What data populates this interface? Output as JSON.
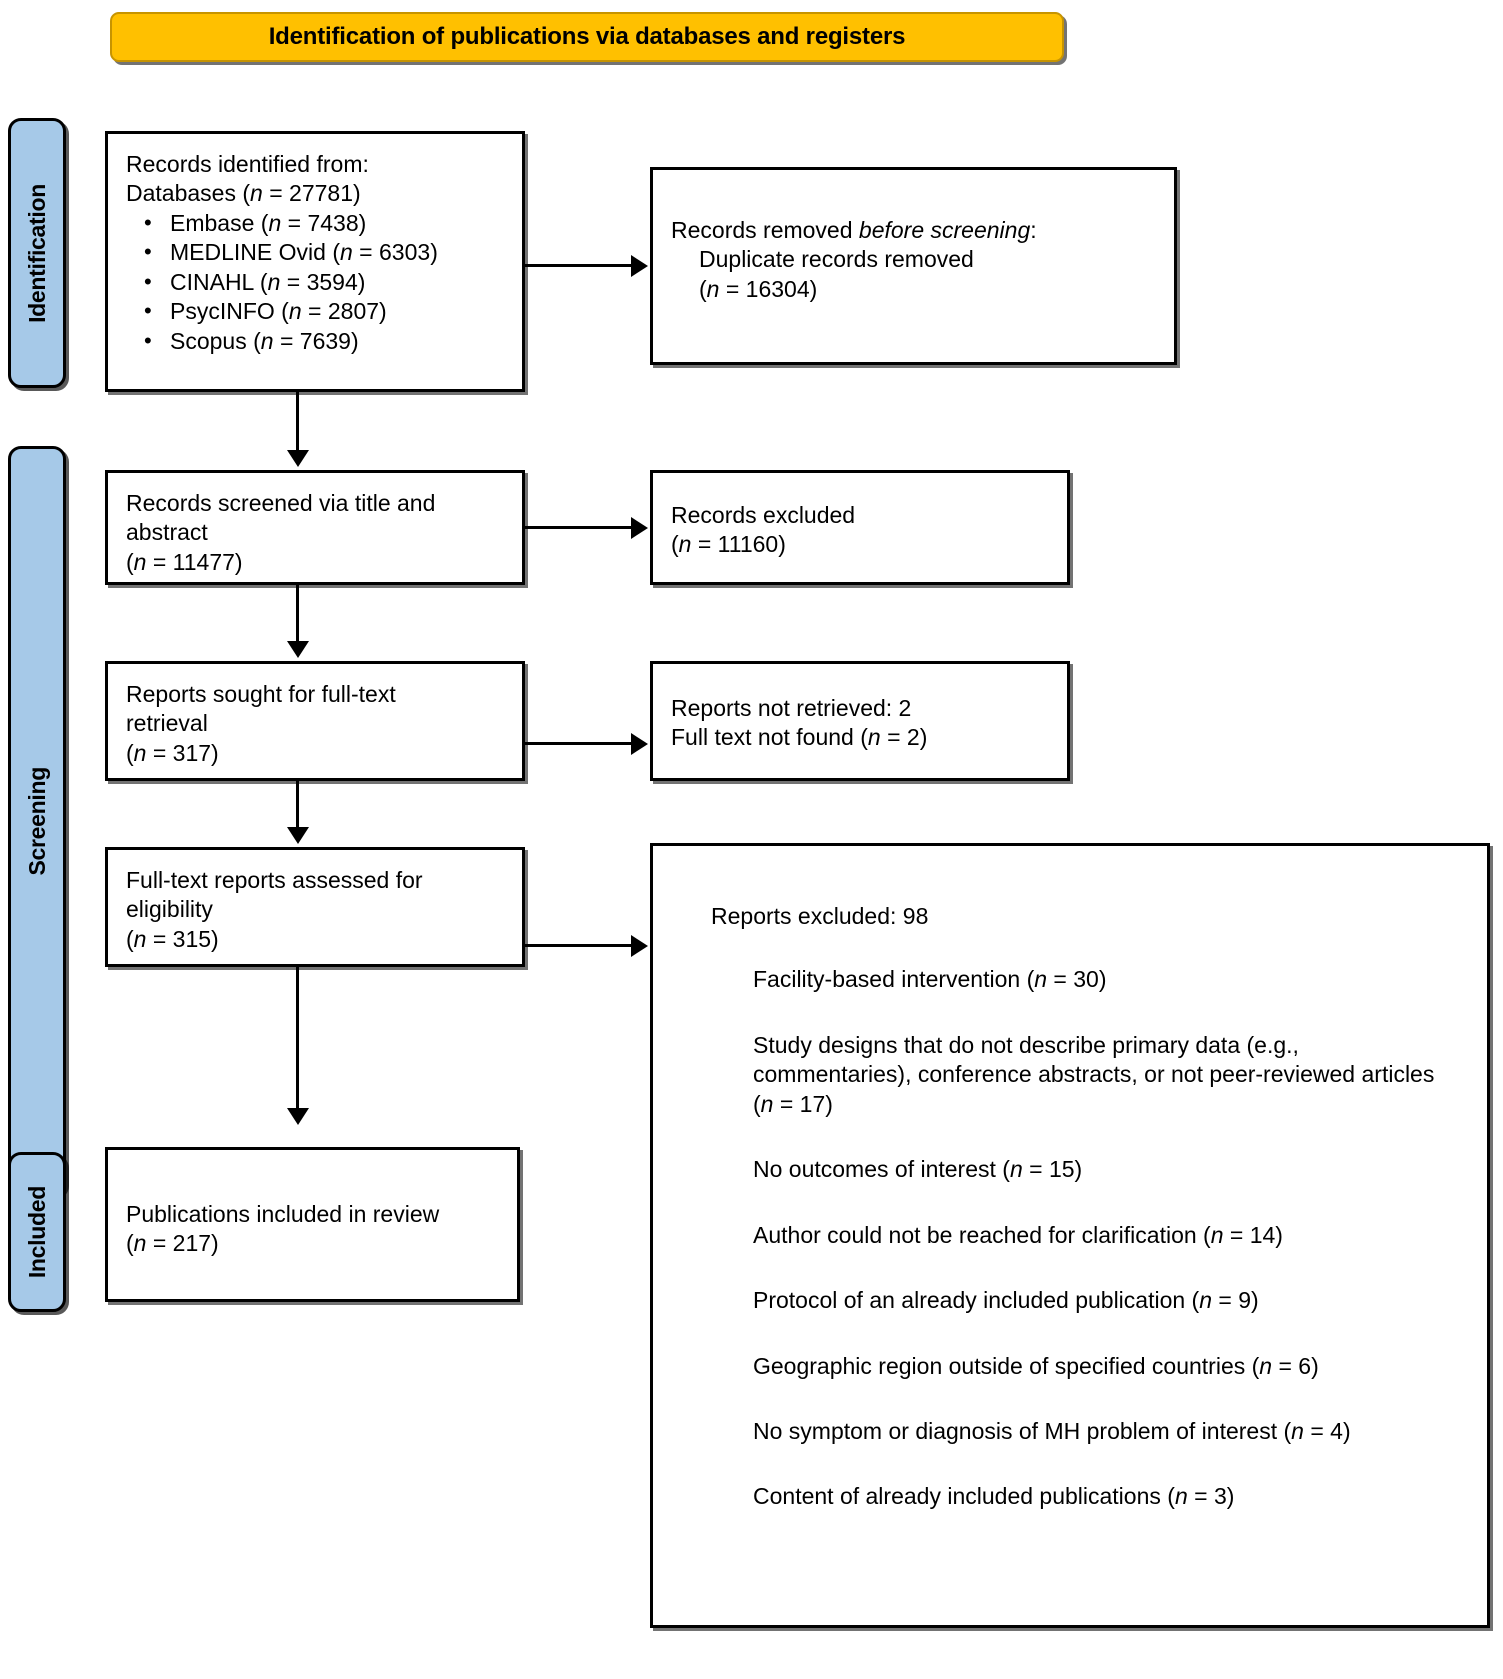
{
  "banner": {
    "title": "Identification of publications via databases and registers"
  },
  "phases": [
    {
      "key": "identification",
      "label": "Identification"
    },
    {
      "key": "screening",
      "label": "Screening"
    },
    {
      "key": "included",
      "label": "Included"
    }
  ],
  "boxes": {
    "identified": {
      "heading_line1": "Records identified from:",
      "heading_line2_prefix": "Databases (",
      "heading_line2_n": "n",
      "heading_line2_suffix": " = 27781)",
      "databases": [
        {
          "name": "Embase",
          "n_label": "n",
          "count": "7438"
        },
        {
          "name": "MEDLINE Ovid",
          "n_label": "n",
          "count": "6303"
        },
        {
          "name": "CINAHL",
          "n_label": "n",
          "count": "3594"
        },
        {
          "name": "PsycINFO",
          "n_label": "n",
          "count": "2807"
        },
        {
          "name": "Scopus",
          "n_label": "n",
          "count": "7639"
        }
      ]
    },
    "removed": {
      "line1_prefix": "Records removed ",
      "line1_italic": "before screening",
      "line1_suffix": ":",
      "line2": "Duplicate records removed",
      "line3_prefix": "(",
      "line3_n": "n",
      "line3_suffix": " = 16304)"
    },
    "screened": {
      "line1": "Records screened via title and",
      "line2": "abstract",
      "line3_prefix": "(",
      "line3_n": "n",
      "line3_suffix": " = 11477)"
    },
    "records_excluded": {
      "line1": "Records excluded",
      "line2_prefix": "(",
      "line2_n": "n",
      "line2_suffix": " = 11160)"
    },
    "sought": {
      "line1": "Reports sought for full-text",
      "line2": "retrieval",
      "line3_prefix": "(",
      "line3_n": "n",
      "line3_suffix": " = 317)"
    },
    "not_retrieved": {
      "line1": "Reports not retrieved: 2",
      "line2_prefix": "Full text not found (",
      "line2_n": "n",
      "line2_suffix": " = 2)"
    },
    "fulltext": {
      "line1": "Full-text reports assessed for",
      "line2": "eligibility",
      "line3_prefix": "(",
      "line3_n": "n",
      "line3_suffix": " = 315)"
    },
    "reports_excluded": {
      "lead": "Reports excluded: 98",
      "reasons": [
        {
          "text_prefix": "Facility-based intervention (",
          "n_label": "n",
          "text_suffix": " = 30)"
        },
        {
          "text_prefix": "Study designs that do not describe primary data (e.g., commentaries), conference abstracts, or not peer-reviewed articles (",
          "n_label": "n",
          "text_suffix": " = 17)"
        },
        {
          "text_prefix": "No outcomes of interest (",
          "n_label": "n",
          "text_suffix": " = 15)"
        },
        {
          "text_prefix": "Author could not be reached for clarification (",
          "n_label": "n",
          "text_suffix": " = 14)"
        },
        {
          "text_prefix": "Protocol of an already included publication (",
          "n_label": "n",
          "text_suffix": " = 9)"
        },
        {
          "text_prefix": "Geographic region outside of specified countries (",
          "n_label": "n",
          "text_suffix": " = 6)"
        },
        {
          "text_prefix": "No symptom or diagnosis of MH problem of interest (",
          "n_label": "n",
          "text_suffix": " = 4)"
        },
        {
          "text_prefix": "Content of already included publications (",
          "n_label": "n",
          "text_suffix": " = 3)"
        }
      ]
    },
    "included": {
      "line1": "Publications included in review",
      "line2_prefix": "(",
      "line2_n": "n",
      "line2_suffix": " = 217)"
    }
  },
  "colors": {
    "banner_fill": "#FFC000",
    "phase_fill": "#A6C9E8",
    "stroke": "#000000"
  }
}
